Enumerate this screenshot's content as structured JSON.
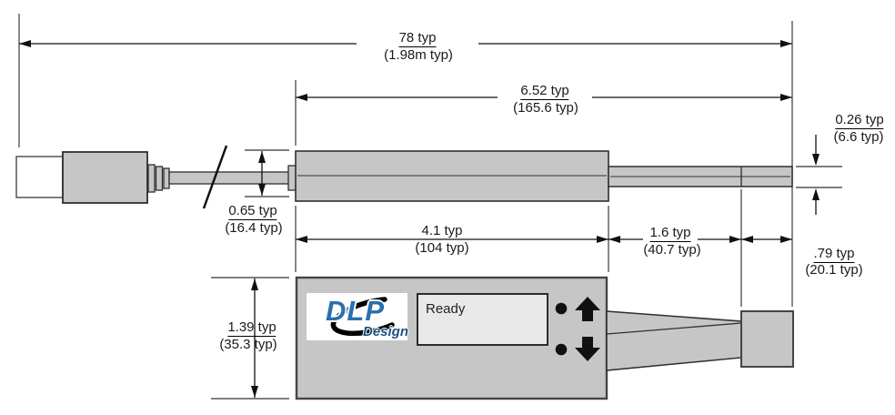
{
  "dimensions": {
    "cable_overall": {
      "primary": "78 typ",
      "secondary": "(1.98m typ)"
    },
    "device_overall": {
      "primary": "6.52 typ",
      "secondary": "(165.6 typ)"
    },
    "body_diameter": {
      "primary": "0.65 typ",
      "secondary": "(16.4 typ)"
    },
    "probe_diameter": {
      "primary": "0.26 typ",
      "secondary": "(6.6 typ)"
    },
    "body_length": {
      "primary": "4.1 typ",
      "secondary": "(104 typ)"
    },
    "probe_length": {
      "primary": "1.6 typ",
      "secondary": "(40.7 typ)"
    },
    "tip_length": {
      "primary": ".79 typ",
      "secondary": "(20.1 typ)"
    },
    "body_width": {
      "primary": "1.39 typ",
      "secondary": "(35.3 typ)"
    }
  },
  "device": {
    "logo_primary": "DLP",
    "logo_secondary": "Design",
    "display_text": "Ready"
  },
  "colors": {
    "shape_fill": "#c6c6c6",
    "shape_stroke": "#2f2f2f",
    "display_fill": "#e9e9e9",
    "logo_blue": "#2a6fae"
  }
}
